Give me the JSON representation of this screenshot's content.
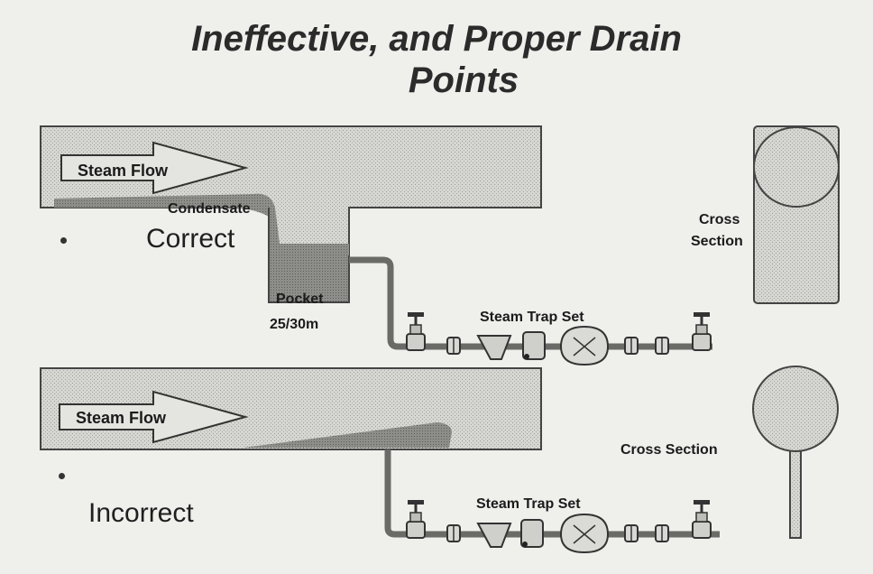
{
  "title": {
    "line1": "Ineffective, and Proper Drain",
    "line2": "Points"
  },
  "top": {
    "flow_label": "Steam Flow",
    "condensate_label": "Condensate",
    "status": "Correct",
    "pocket_label": "Pocket",
    "pocket_spacing": "25/30m",
    "trap_label": "Steam Trap Set",
    "cross_section_line1": "Cross",
    "cross_section_line2": "Section"
  },
  "bottom": {
    "flow_label": "Steam Flow",
    "status": "Incorrect",
    "trap_label": "Steam Trap Set",
    "cross_section": "Cross Section"
  }
}
